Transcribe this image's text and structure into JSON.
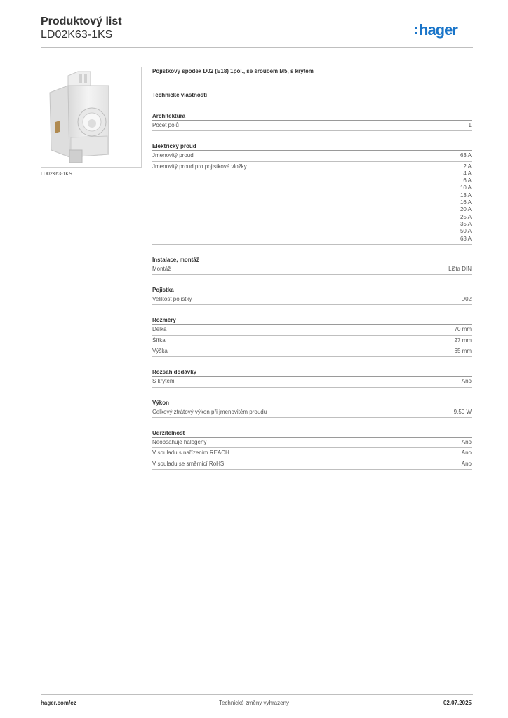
{
  "header": {
    "title": "Produktový list",
    "code": "LD02K63-1KS",
    "logo": "hager"
  },
  "image": {
    "caption": "LD02K63-1KS"
  },
  "product": {
    "description": "Pojistkový spodek D02 (E18) 1pól., se šroubem M5, s krytem",
    "tech_title": "Technické vlastnosti"
  },
  "sections": [
    {
      "title": "Architektura",
      "rows": [
        {
          "label": "Počet pólů",
          "value": "1"
        }
      ]
    },
    {
      "title": "Elektrický proud",
      "rows": [
        {
          "label": "Jmenovitý proud",
          "value": "63 A"
        },
        {
          "label": "Jmenovitý proud pro pojistkové vložky",
          "value": "2 A\n4 A\n6 A\n10 A\n13 A\n16 A\n20 A\n25 A\n35 A\n50 A\n63 A"
        }
      ]
    },
    {
      "title": "Instalace, montáž",
      "rows": [
        {
          "label": "Montáž",
          "value": "Lišta DIN"
        }
      ]
    },
    {
      "title": "Pojistka",
      "rows": [
        {
          "label": "Velikost pojistky",
          "value": "D02"
        }
      ]
    },
    {
      "title": "Rozměry",
      "rows": [
        {
          "label": "Délka",
          "value": "70 mm"
        },
        {
          "label": "Šířka",
          "value": "27 mm"
        },
        {
          "label": "Výška",
          "value": "65 mm"
        }
      ]
    },
    {
      "title": "Rozsah dodávky",
      "rows": [
        {
          "label": "S krytem",
          "value": "Ano"
        }
      ]
    },
    {
      "title": "Výkon",
      "rows": [
        {
          "label": "Celkový ztrátový výkon při jmenovitém proudu",
          "value": "9,50 W"
        }
      ]
    },
    {
      "title": "Udržitelnost",
      "rows": [
        {
          "label": "Neobsahuje halogeny",
          "value": "Ano"
        },
        {
          "label": "V souladu s nařízením REACH",
          "value": "Ano"
        },
        {
          "label": "V souladu se směrnicí RoHS",
          "value": "Ano"
        }
      ]
    }
  ],
  "footer": {
    "website": "hager.com/cz",
    "note": "Technické změny vyhrazeny",
    "date": "02.07.2025"
  },
  "colors": {
    "brand": "#1a75c9",
    "text": "#555555",
    "heading": "#333333",
    "rule": "#bfbfbf"
  }
}
